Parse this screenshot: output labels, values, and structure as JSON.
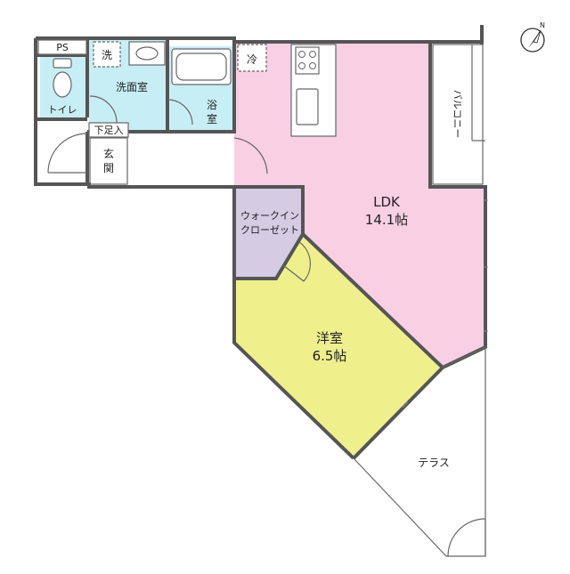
{
  "rooms": {
    "ps": "PS",
    "toilet": "トイレ",
    "washroom": "洗面室",
    "washer": "洗",
    "bath": [
      "浴",
      "室"
    ],
    "fridge": "冷",
    "shoe": "下足入",
    "entrance": [
      "玄",
      "関"
    ],
    "balcony": "バルコニー",
    "ldk_name": "LDK",
    "ldk_size": "14.1帖",
    "closet": [
      "ウォークイン",
      "クローゼット"
    ],
    "bedroom_name": "洋室",
    "bedroom_size": "6.5帖",
    "terrace": "テラス"
  },
  "compass": {
    "label": "N",
    "icon": "north-arrow-icon"
  },
  "colors": {
    "ldk": "#f9cfe4",
    "bedroom": "#eff08c",
    "closet": "#d5cbe3",
    "wet": "#c7eef5",
    "wall": "#555555"
  }
}
